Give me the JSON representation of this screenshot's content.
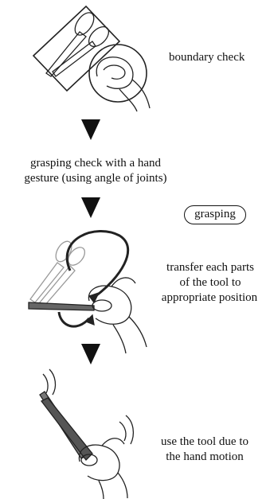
{
  "steps": [
    {
      "label": "boundary check"
    },
    {
      "label_line1": "grasping check with a hand",
      "label_line2": "gesture (using angle of joints)"
    },
    {
      "label_line1": "transfer each parts",
      "label_line2": "of the tool to",
      "label_line3": "appropriate position"
    },
    {
      "label_line1": "use the tool due to",
      "label_line2": "the hand motion"
    }
  ],
  "badge": {
    "label": "grasping"
  },
  "icons": [
    "scissors-icon",
    "hand-icon",
    "down-arrow-icon",
    "motion-lines-icon"
  ]
}
